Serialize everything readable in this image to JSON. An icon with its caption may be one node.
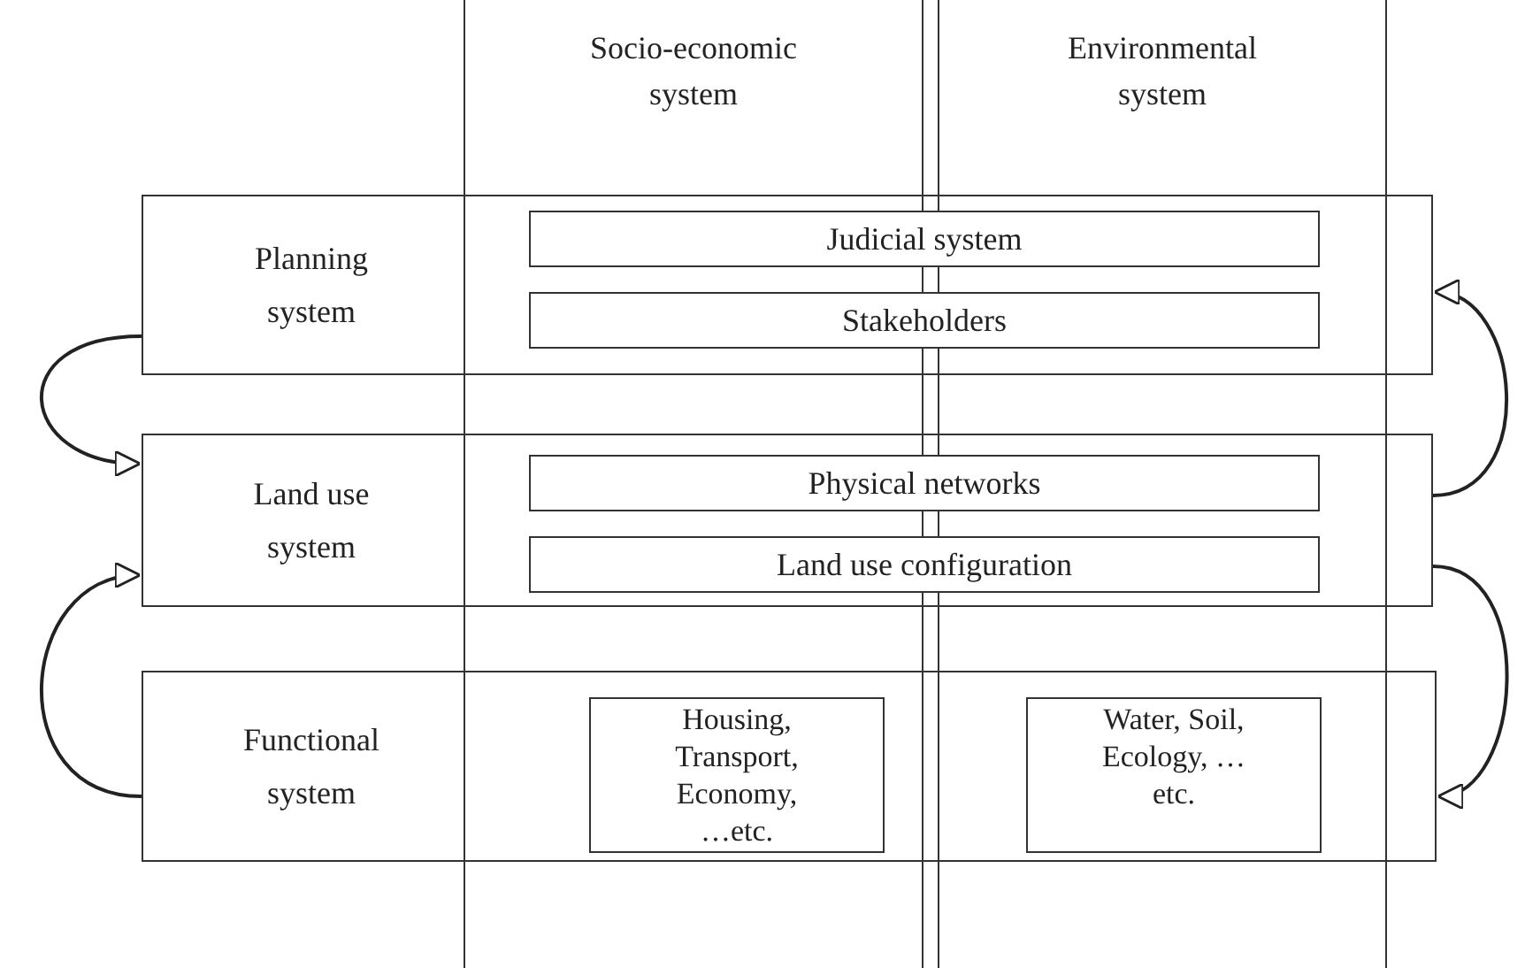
{
  "diagram": {
    "nodes": [
      {
        "text": [
          "Socio-economic system"
        ]
      },
      {
        "text": [
          "Environmental system"
        ]
      },
      {
        "text": [
          "Planning system"
        ]
      },
      {
        "text": [
          "Judicial system"
        ],
        "in": 2
      },
      {
        "text": [
          "Stakeholders"
        ],
        "in": 2
      },
      {
        "text": [
          "Land use system"
        ]
      },
      {
        "text": [
          "Physical networks"
        ],
        "in": 5
      },
      {
        "text": [
          "Land use configuration"
        ],
        "in": 5
      },
      {
        "text": [
          "Functional system"
        ]
      },
      {
        "text": [
          "Housing, Transport, Economy, …etc."
        ]
      },
      {
        "text": [
          "Water, Soil, Ecology, …etc."
        ]
      }
    ],
    "edges": [
      {
        "from": 2,
        "to": 5,
        "arrow": "to"
      },
      {
        "from": 8,
        "to": 5,
        "arrow": "to"
      },
      {
        "from": 5,
        "to": 2,
        "arrow": "to"
      },
      {
        "from": 5,
        "to": 8,
        "arrow": "to"
      }
    ]
  }
}
